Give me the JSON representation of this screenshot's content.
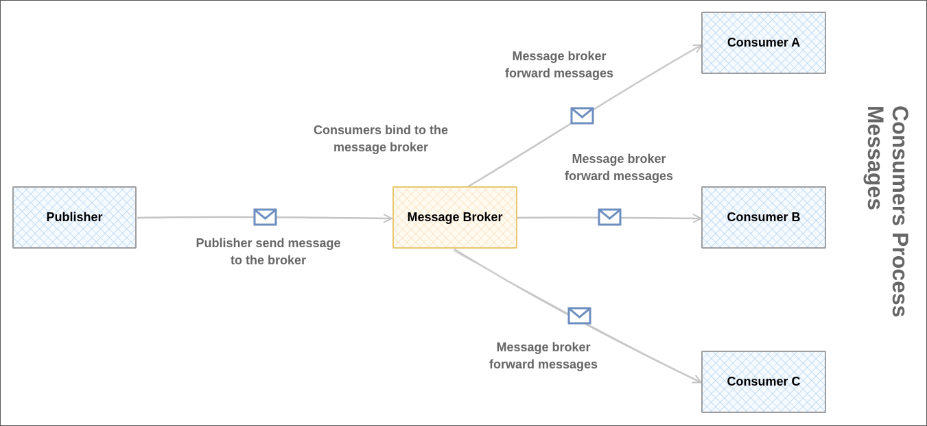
{
  "nodes": {
    "publisher": "Publisher",
    "broker": "Message Broker",
    "consumer_a": "Consumer A",
    "consumer_b": "Consumer B",
    "consumer_c": "Consumer C"
  },
  "labels": {
    "publisher_send": "Publisher send message\nto the broker",
    "consumers_bind": "Consumers bind to the\nmessage broker",
    "forward_a": "Message broker\nforward messages",
    "forward_b": "Message broker\nforward messages",
    "forward_c": "Message broker\nforward messages"
  },
  "side_title": "Consumers Process Messages",
  "icons": {
    "message": "envelope-icon"
  },
  "colors": {
    "node_border": "#9e9e9e",
    "broker_border": "#e8c771",
    "arrow": "#c4c4c4",
    "envelope": "#6c8ebf",
    "label_text": "#666666"
  }
}
